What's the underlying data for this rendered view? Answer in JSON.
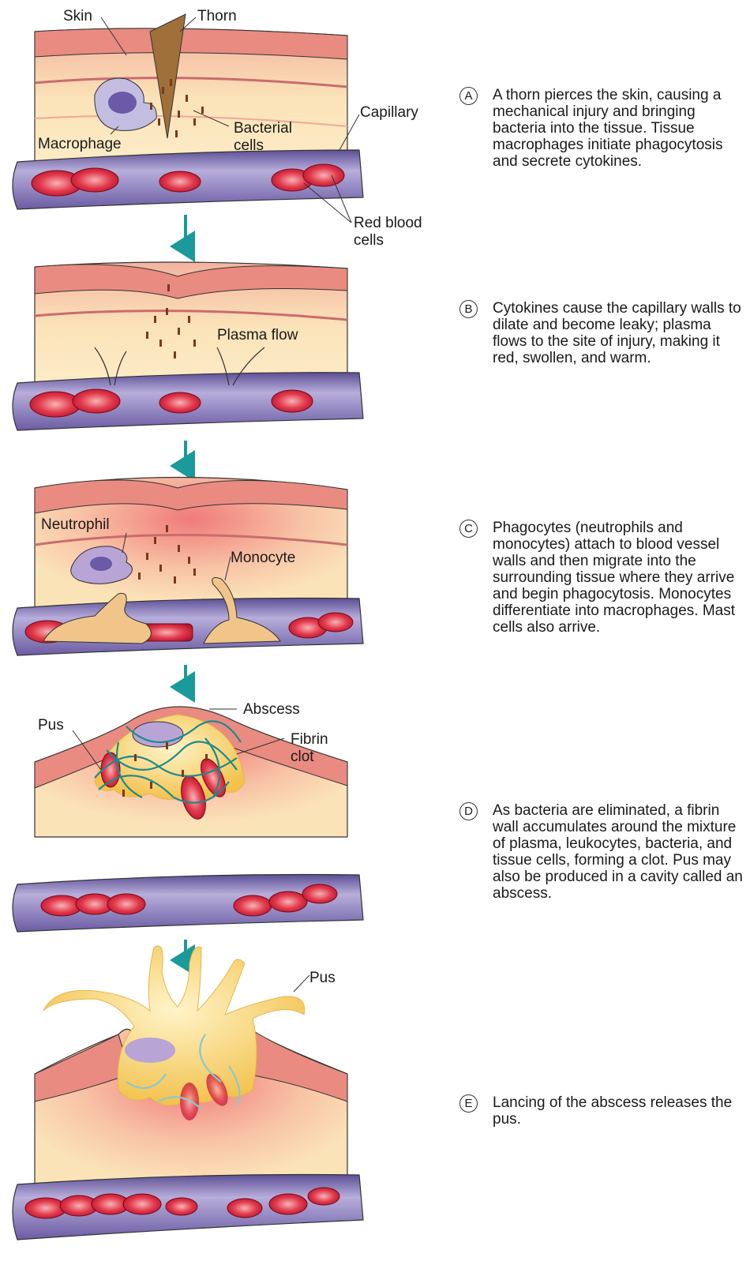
{
  "labels": {
    "skin": "Skin",
    "thorn": "Thorn",
    "capillary": "Capillary",
    "macrophage": "Macrophage",
    "bacterial_cells_1": "Bacterial",
    "bacterial_cells_2": "cells",
    "red_blood_1": "Red blood",
    "red_blood_2": "cells",
    "plasma_flow": "Plasma flow",
    "neutrophil": "Neutrophil",
    "monocyte": "Monocyte",
    "abscess": "Abscess",
    "pus": "Pus",
    "fibrin_1": "Fibrin",
    "fibrin_2": "clot",
    "pus_e": "Pus"
  },
  "steps": [
    {
      "letter": "A",
      "text": "A thorn pierces the skin, causing a mechanical injury and bringing bacteria into the tissue. Tissue macrophages initiate phagocytosis and secrete cytokines."
    },
    {
      "letter": "B",
      "text": "Cytokines cause the capillary walls to dilate and become leaky; plasma flows to the site of injury, making it red, swollen, and warm."
    },
    {
      "letter": "C",
      "text": "Phagocytes (neutrophils and monocytes) attach to blood vessel walls and then migrate into the surrounding tissue where they arrive and begin phagocytosis. Monocytes differentiate into macrophages. Mast cells also arrive."
    },
    {
      "letter": "D",
      "text": "As bacteria are eliminated, a fibrin wall accumulates around the mixture of plasma, leukocytes, bacteria, and tissue cells, forming a clot. Pus may also be produced in a cavity called an abscess."
    },
    {
      "letter": "E",
      "text": "Lancing of the abscess releases the pus."
    }
  ],
  "colors": {
    "skin_top": "#e87a7a",
    "tissue": "#fbe3b8",
    "tissue_pink": "#f5a9a0",
    "vessel": "#7f6fb0",
    "vessel_light": "#b9b0dc",
    "rbc": "#e0223c",
    "arrow": "#1a9a9a",
    "fibrin": "#1f8a8a",
    "pus": "#f7d36b",
    "bacteria": "#7a3a1a"
  }
}
